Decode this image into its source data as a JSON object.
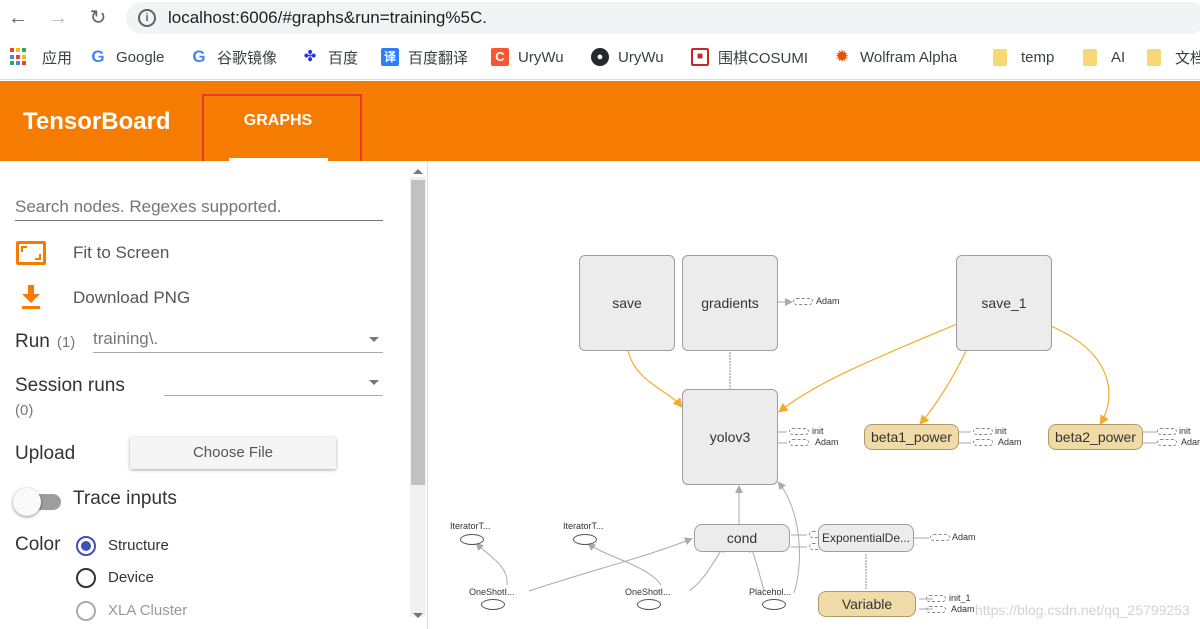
{
  "browser": {
    "url": "localhost:6006/#graphs&run=training%5C.",
    "bookmarks": [
      {
        "label": "应用",
        "icon": "apps-grid-icon"
      },
      {
        "label": "Google",
        "icon": "google-icon"
      },
      {
        "label": "谷歌镜像",
        "icon": "google-icon"
      },
      {
        "label": "百度",
        "icon": "baidu-paw-icon"
      },
      {
        "label": "百度翻译",
        "icon": "baidu-translate-icon"
      },
      {
        "label": "UryWu",
        "icon": "csdn-c-icon"
      },
      {
        "label": "UryWu",
        "icon": "github-icon"
      },
      {
        "label": "围棋COSUMI",
        "icon": "cosumi-icon"
      },
      {
        "label": "Wolfram Alpha",
        "icon": "wolfram-icon"
      },
      {
        "label": "temp",
        "icon": "folder-icon"
      },
      {
        "label": "AI",
        "icon": "folder-icon"
      },
      {
        "label": "文档",
        "icon": "folder-icon"
      }
    ]
  },
  "header": {
    "title": "TensorBoard",
    "tab": "GRAPHS",
    "accent": "#f57c00",
    "highlight_box_color": "#e53935"
  },
  "sidebar": {
    "search_placeholder": "Search nodes. Regexes supported.",
    "fit_label": "Fit to Screen",
    "download_label": "Download PNG",
    "run_label": "Run",
    "run_count": "(1)",
    "run_value": "training\\.",
    "session_label": "Session runs",
    "session_count": "(0)",
    "session_value": "",
    "upload_label": "Upload",
    "choose_file": "Choose File",
    "trace_label": "Trace inputs",
    "trace_on": false,
    "color_label": "Color",
    "color_options": [
      {
        "label": "Structure",
        "selected": true,
        "enabled": true
      },
      {
        "label": "Device",
        "selected": false,
        "enabled": true
      },
      {
        "label": "XLA Cluster",
        "selected": false,
        "enabled": false
      }
    ]
  },
  "graph": {
    "nodes": {
      "save": "save",
      "gradients": "gradients",
      "save_1": "save_1",
      "yolov3": "yolov3",
      "beta1_power": "beta1_power",
      "beta2_power": "beta2_power",
      "cond": "cond",
      "exponential": "ExponentialDe...",
      "variable": "Variable",
      "iterator1": "IteratorT...",
      "iterator2": "IteratorT...",
      "oneshot1": "OneShotI...",
      "oneshot2": "OneShotI...",
      "placeholder": "Placehol..."
    },
    "aux": {
      "adam": "Adam",
      "init": "init",
      "init_1": "init_1"
    },
    "watermark": "https://blog.csdn.net/qq_25799253"
  }
}
